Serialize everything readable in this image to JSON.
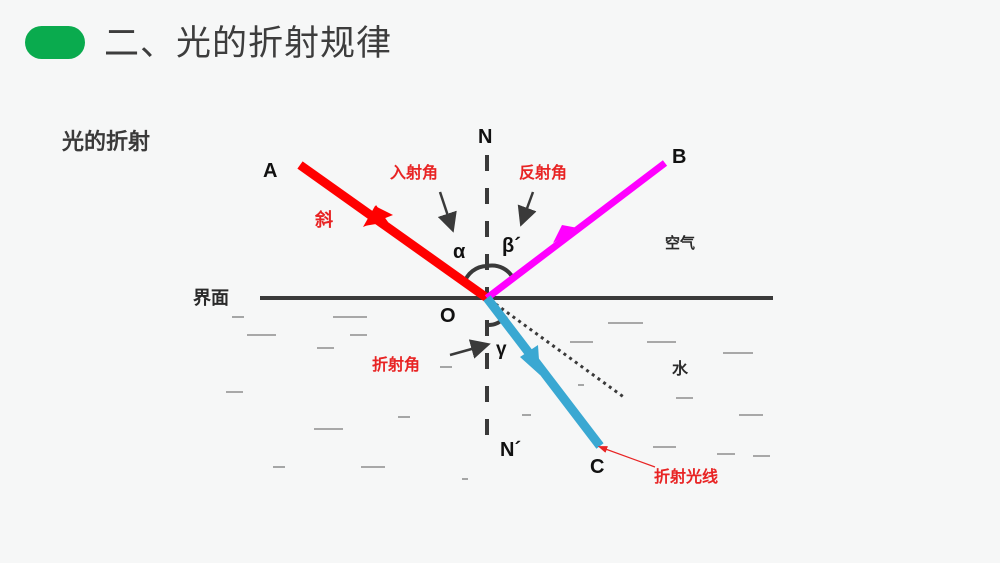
{
  "header": {
    "title": "二、光的折射规律",
    "accent_color": "#0aab4e"
  },
  "section": {
    "subtitle": "光的折射"
  },
  "diagram": {
    "points": {
      "A": "A",
      "B": "B",
      "C": "C",
      "O": "O",
      "N": "N",
      "N_prime": "N´"
    },
    "angles": {
      "incidence_symbol": "α",
      "reflection_symbol": "β´",
      "refraction_symbol": "γ"
    },
    "labels": {
      "incidence_angle": "入射角",
      "reflection_angle": "反射角",
      "refraction_angle": "折射角",
      "refracted_ray": "折射光线",
      "oblique": "斜",
      "interface": "界面",
      "air": "空气",
      "water": "水"
    },
    "colors": {
      "incident_ray": "#ff0000",
      "reflected_ray": "#ff00ff",
      "refracted_ray": "#3aa8d2",
      "label_red": "#e82424",
      "line_dark": "#3a3a3a"
    }
  }
}
